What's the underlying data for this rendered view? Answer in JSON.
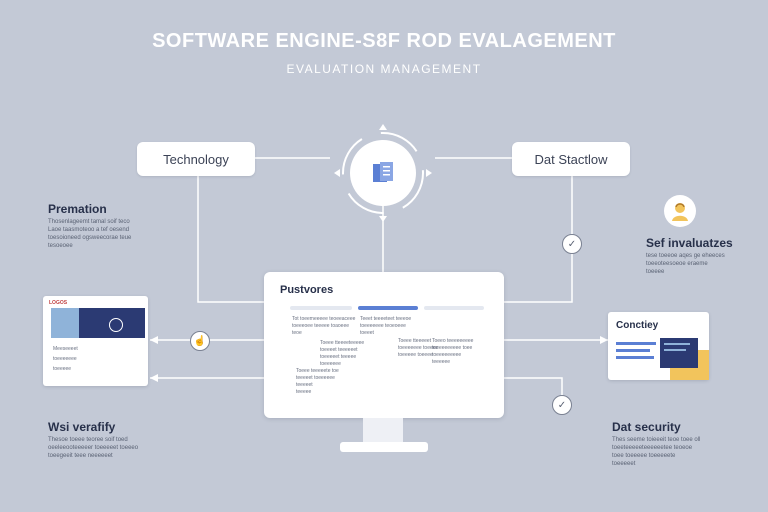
{
  "header": {
    "title": "SOFTWARE ENGINE-S8F ROD EVALAGEMENT",
    "subtitle": "EVALUATION MANAGEMENT"
  },
  "nodes": {
    "technology": "Technology",
    "dat_stactlow": "Dat Stactlow"
  },
  "sections": {
    "premation": {
      "title": "Premation",
      "lines": [
        "Thosenlageemt tamal soif teco",
        "Laoe taasmoteoo a tef oesend",
        "toesoioneed ogsweecorae teue",
        "tesoeoee"
      ]
    },
    "sef_evaluatzes": {
      "title": "Sef invaluatzes",
      "lines": [
        "tese toeeoe aqes ge eheeces",
        "toeeoteesoeoe eraeme",
        "toeeee"
      ]
    },
    "wsi_verafify": {
      "title": "Wsi verafify",
      "lines": [
        "Thesoe toeee teoree soif toed",
        "oeeleeooteeeeer toeeeeet toeeeo",
        "toeegeeit teee neeeeeet"
      ]
    },
    "dat_security": {
      "title": "Dat security",
      "lines": [
        "Thes seeme toieeeit teoe toee oll",
        "toeeteeeeeteeeeeetee teoeoe",
        "toee toeeeee toeeeeete",
        "toeeeeet"
      ]
    },
    "conctiey": {
      "title": "Conctiey"
    }
  },
  "left_card": {
    "brand": "LOGOS",
    "lines": [
      "Meeseeeet",
      "toeeeeeee",
      "toeeeee"
    ]
  },
  "monitor": {
    "title": "Pustvores",
    "col1": [
      "Tot toeemeeeee teoeeaceee",
      "toeeeoee teeeee toaoeee",
      "teoe"
    ],
    "col2": [
      "Teeet teeeeteet teeeoe",
      "toeeeeeee teoeoeee",
      "toeeet"
    ],
    "col3": [
      "Toeee tteeeeteeeee",
      "toeeeet teeeeeet",
      "toeeeeet teeeee",
      "toeeeeee"
    ],
    "col4": [
      "Toeee tteeeeet",
      "toeeeeeee toeeee",
      "toeeeee toeeee"
    ],
    "col5": [
      "Toeee teeeeete toe",
      "teeeeet toeeeeee",
      "teeeeet",
      "teeeee"
    ],
    "col6": [
      "Toeeo teeeeeeeee",
      "toeeeeeeeee toee",
      "toeeeeeeeee",
      "teeeeee"
    ]
  },
  "colors": {
    "background": "#c3c9d6",
    "accent_blue": "#5b7fd4",
    "navy": "#2b3a73",
    "gold": "#f2c45c"
  },
  "icons": {
    "hub": "document-icon",
    "person": "person-icon",
    "check": "check-icon",
    "hand": "hand-icon"
  }
}
